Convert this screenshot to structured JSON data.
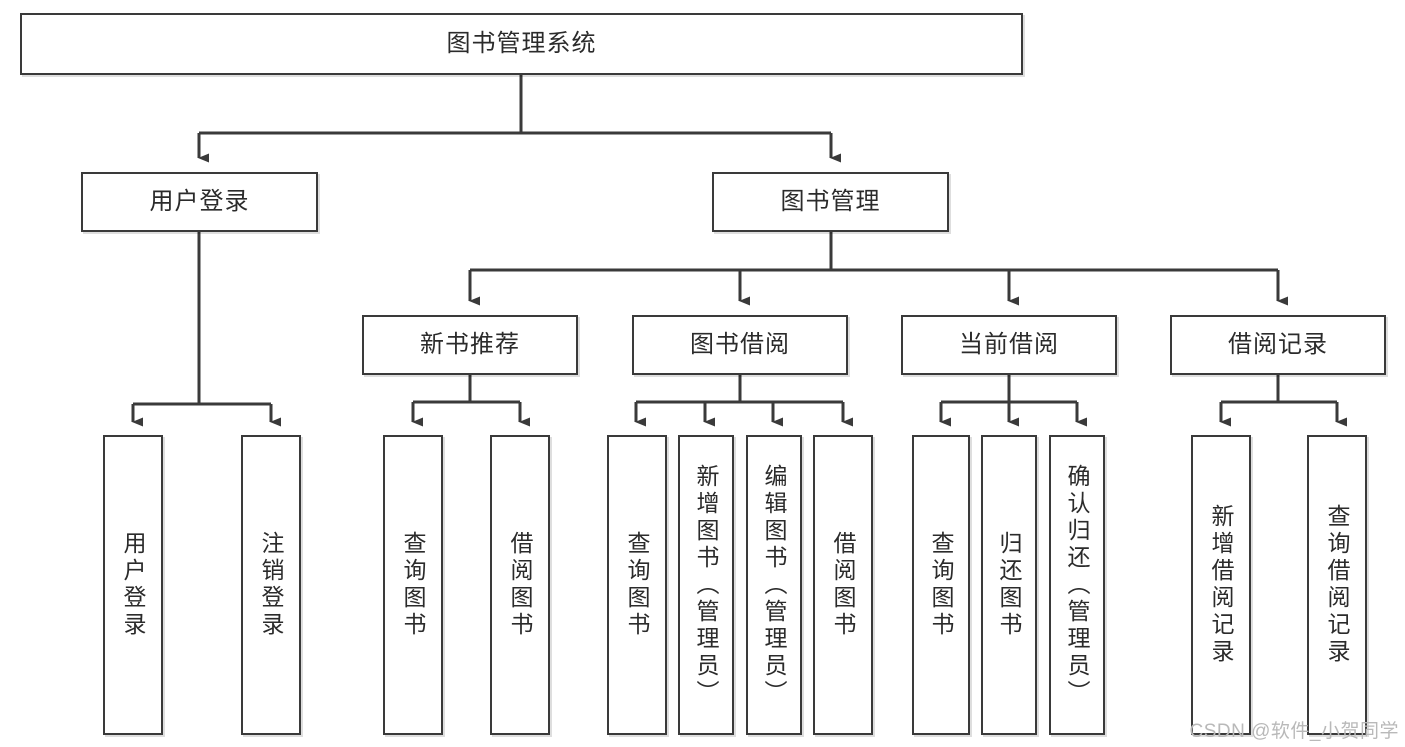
{
  "diagram": {
    "type": "tree-hierarchy-chart",
    "title": "图书管理系统",
    "stroke_color": "#3a3a3a",
    "text_color": "#2b2b2b",
    "background": "#ffffff",
    "watermark": "CSDN @软件_小贺同学",
    "nodes": {
      "root": {
        "label": "图书管理系统"
      },
      "level2": [
        {
          "id": "user-login",
          "label": "用户登录"
        },
        {
          "id": "book-manage",
          "label": "图书管理"
        }
      ],
      "level3": [
        {
          "id": "new-book-recommend",
          "label": "新书推荐"
        },
        {
          "id": "book-borrow",
          "label": "图书借阅"
        },
        {
          "id": "current-borrow",
          "label": "当前借阅"
        },
        {
          "id": "borrow-record",
          "label": "借阅记录"
        }
      ],
      "leaves": {
        "user_login": [
          {
            "id": "leaf-user-login",
            "label": "用户登录"
          },
          {
            "id": "leaf-user-logout",
            "label": "注销登录"
          }
        ],
        "new_book_recommend": [
          {
            "id": "leaf-query-book-1",
            "label": "查询图书"
          },
          {
            "id": "leaf-borrow-book-1",
            "label": "借阅图书"
          }
        ],
        "book_borrow": [
          {
            "id": "leaf-query-book-2",
            "label": "查询图书"
          },
          {
            "id": "leaf-add-book",
            "label": "新增图书（管理员）"
          },
          {
            "id": "leaf-edit-book",
            "label": "编辑图书（管理员）"
          },
          {
            "id": "leaf-borrow-book-2",
            "label": "借阅图书"
          }
        ],
        "current_borrow": [
          {
            "id": "leaf-query-book-3",
            "label": "查询图书"
          },
          {
            "id": "leaf-return-book",
            "label": "归还图书"
          },
          {
            "id": "leaf-confirm-return",
            "label": "确认归还（管理员）"
          }
        ],
        "borrow_record": [
          {
            "id": "leaf-add-record",
            "label": "新增借阅记录"
          },
          {
            "id": "leaf-query-record",
            "label": "查询借阅记录"
          }
        ]
      }
    },
    "edges": [
      {
        "from": "图书管理系统",
        "to": "用户登录"
      },
      {
        "from": "图书管理系统",
        "to": "图书管理"
      },
      {
        "from": "用户登录",
        "to": "用户登录"
      },
      {
        "from": "用户登录",
        "to": "注销登录"
      },
      {
        "from": "图书管理",
        "to": "新书推荐"
      },
      {
        "from": "图书管理",
        "to": "图书借阅"
      },
      {
        "from": "图书管理",
        "to": "当前借阅"
      },
      {
        "from": "图书管理",
        "to": "借阅记录"
      },
      {
        "from": "新书推荐",
        "to": "查询图书"
      },
      {
        "from": "新书推荐",
        "to": "借阅图书"
      },
      {
        "from": "图书借阅",
        "to": "查询图书"
      },
      {
        "from": "图书借阅",
        "to": "新增图书（管理员）"
      },
      {
        "from": "图书借阅",
        "to": "编辑图书（管理员）"
      },
      {
        "from": "图书借阅",
        "to": "借阅图书"
      },
      {
        "from": "当前借阅",
        "to": "查询图书"
      },
      {
        "from": "当前借阅",
        "to": "归还图书"
      },
      {
        "from": "当前借阅",
        "to": "确认归还（管理员）"
      },
      {
        "from": "借阅记录",
        "to": "新增借阅记录"
      },
      {
        "from": "借阅记录",
        "to": "查询借阅记录"
      }
    ]
  }
}
